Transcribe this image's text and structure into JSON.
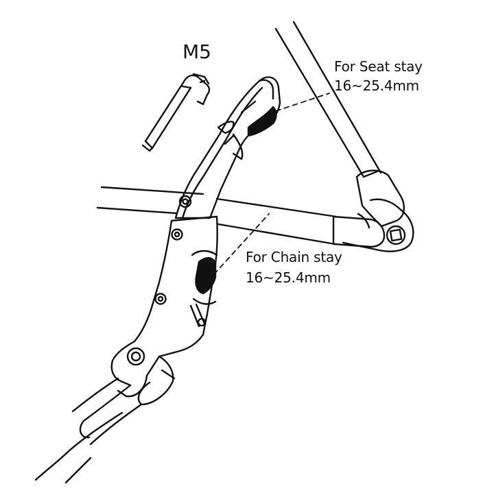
{
  "colors": {
    "ink": "#111111",
    "background": "#ffffff"
  },
  "tool": {
    "label": "M5",
    "icon": "hex-key-icon"
  },
  "callouts": {
    "seat_stay": {
      "title": "For Seat stay",
      "range": "16~25.4mm"
    },
    "chain_stay": {
      "title": "For Chain stay",
      "range": "16~25.4mm"
    }
  }
}
